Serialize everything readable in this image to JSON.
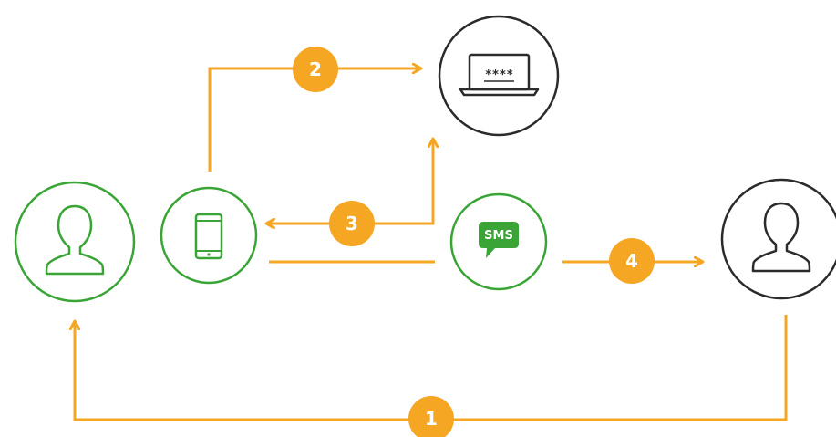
{
  "colors": {
    "flow": "#f5a623",
    "badge": "#f5a623",
    "green": "#3aa536",
    "dark": "#2b2b2b",
    "background": "#ffffff"
  },
  "nodes": {
    "user_left": {
      "icon": "user-icon",
      "color": "green"
    },
    "phone": {
      "icon": "smartphone-icon",
      "color": "green"
    },
    "sms": {
      "icon": "sms-bubble-icon",
      "label": "SMS",
      "color": "green"
    },
    "laptop": {
      "icon": "laptop-icon",
      "password_mask": "****",
      "color": "dark"
    },
    "user_right": {
      "icon": "user-icon",
      "color": "dark"
    }
  },
  "steps": [
    {
      "id": "step-1",
      "label": "1"
    },
    {
      "id": "step-2",
      "label": "2"
    },
    {
      "id": "step-3",
      "label": "3"
    },
    {
      "id": "step-4",
      "label": "4"
    }
  ]
}
